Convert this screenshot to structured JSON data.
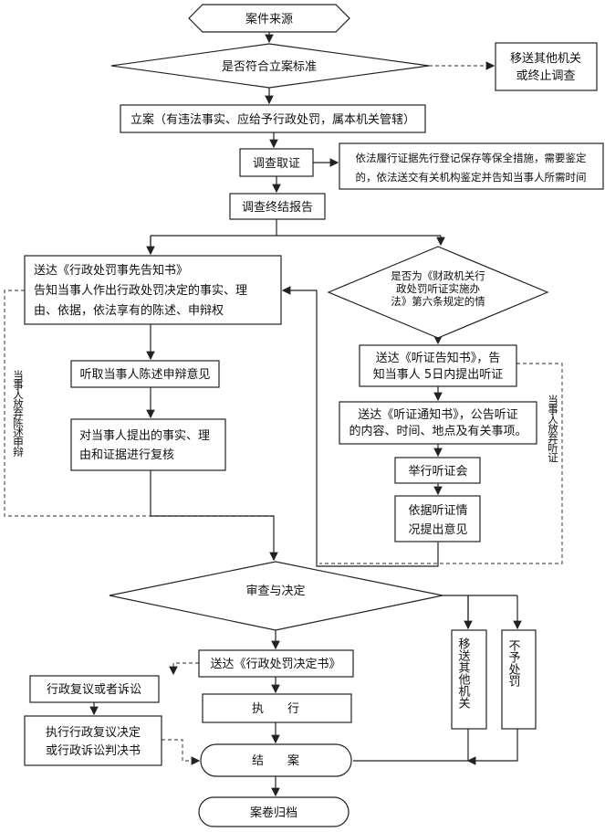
{
  "nodes": {
    "source": "案件来源",
    "criteria": "是否符合立案标准",
    "transfer_or_stop": [
      "移送其他机关",
      "或终止调查"
    ],
    "file_case": "立案（有违法事实、应给予行政处罚，属本机关管辖）",
    "investigate": "调查取证",
    "evidence_note": [
      "依法履行证据先行登记保存等保全措施，需要鉴定",
      "的，依法送交有关机构鉴定并告知当事人所需时间"
    ],
    "final_report": "调查终结报告",
    "prior_notice": [
      "送达《行政处罚事先告知书》",
      "告知当事人作出行政处罚决定的事实、理",
      "由、依据，依法享有的陈述、申辩权"
    ],
    "hearing_question": [
      "是否为《财政机关行",
      "政处罚听证实施办",
      "法》第六条规定的情"
    ],
    "listen": "听取当事人陈述申辩意见",
    "review": [
      "对当事人提出的事实、理",
      "由和证据进行复核"
    ],
    "hearing_notice": [
      "送达《听证告知书》，告",
      "知当事人 5日内提出听证"
    ],
    "hearing_notification": [
      "送达《听证通知书》，公告听证",
      "的内容、时间、地点及有关事项。"
    ],
    "hold_hearing": "举行听证会",
    "hearing_opinion": [
      "依据听证情",
      "况提出意见"
    ],
    "waive_statement": "当事人放弃陈述申辩",
    "waive_hearing": "当事人放弃听证",
    "decide": "审查与决定",
    "decision_doc": "送达《行政处罚决定书》",
    "execute": "执　　行",
    "transfer": "移送其他机关",
    "no_penalty": "不予处罚",
    "appeal": "行政复议或者诉讼",
    "execute_appeal": [
      "执行行政复议决定",
      "或行政诉讼判决书"
    ],
    "close": "结　　案",
    "archive": "案卷归档"
  }
}
